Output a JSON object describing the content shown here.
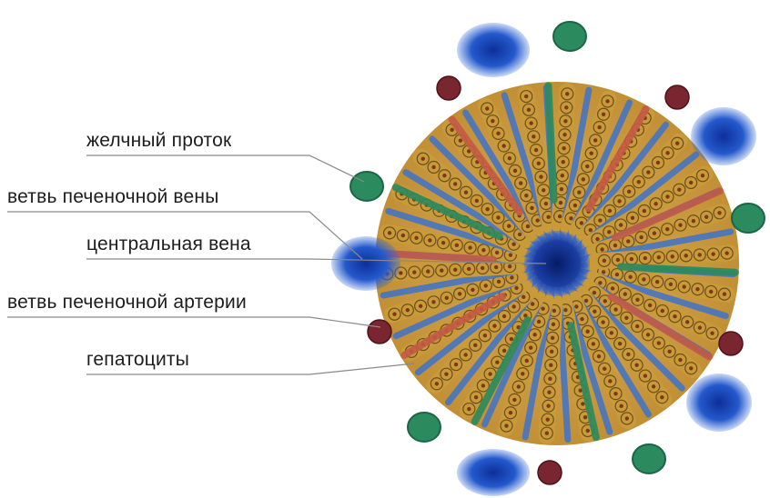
{
  "labels": {
    "bile_duct": "желчный проток",
    "hepatic_vein_branch": "ветвь печеночной вены",
    "central_vein": "центральная вена",
    "hepatic_artery_branch": "ветвь печеночной арт​ерии",
    "hepatocytes": "гепатоциты"
  },
  "colors": {
    "hepatocyte": "#c99a3a",
    "hepatocyte_edge": "#6b4e1c",
    "nucleus": "#7a3a16",
    "sinusoid": "#3f74c9",
    "vein": "#1f55c2",
    "central_vein": "#1a3f9e",
    "bile_duct": "#2b8a5e",
    "artery": "#7a2630",
    "artery_vessel": "#c45a45",
    "leader_line": "#8a8a8a"
  }
}
